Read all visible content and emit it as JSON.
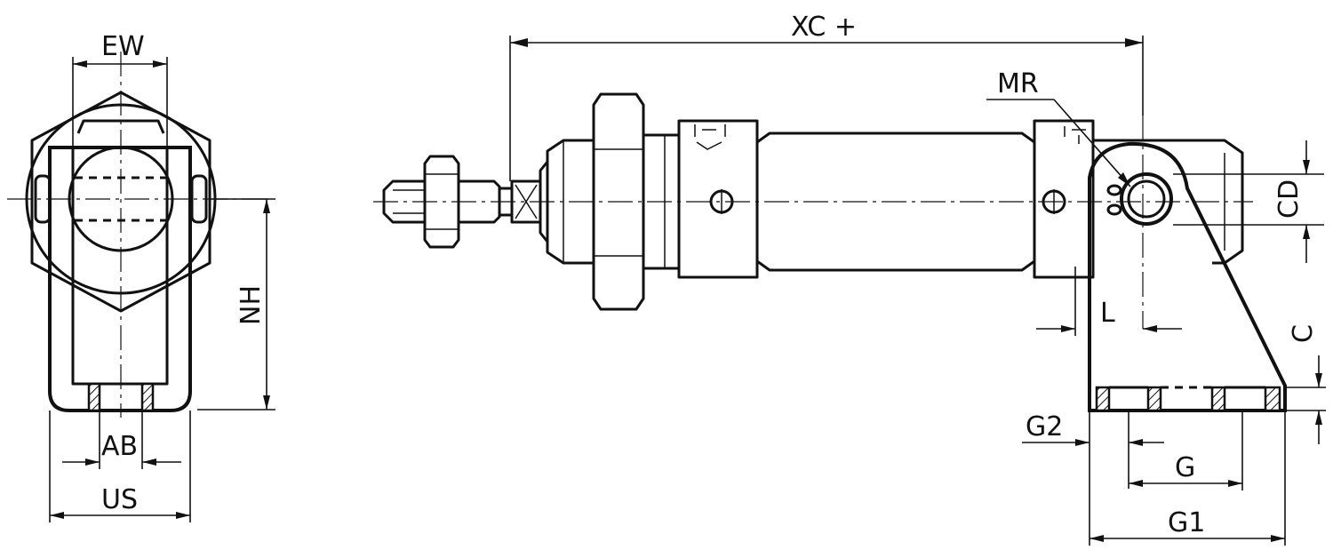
{
  "labels": {
    "ew": "EW",
    "ab": "AB",
    "us": "US",
    "nh": "NH",
    "xc": "XC +",
    "mr": "MR",
    "cd": "CD",
    "l": "L",
    "c": "C",
    "g2": "G2",
    "g": "G",
    "g1": "G1"
  },
  "colors": {
    "line": "#111111",
    "background": "#ffffff"
  }
}
